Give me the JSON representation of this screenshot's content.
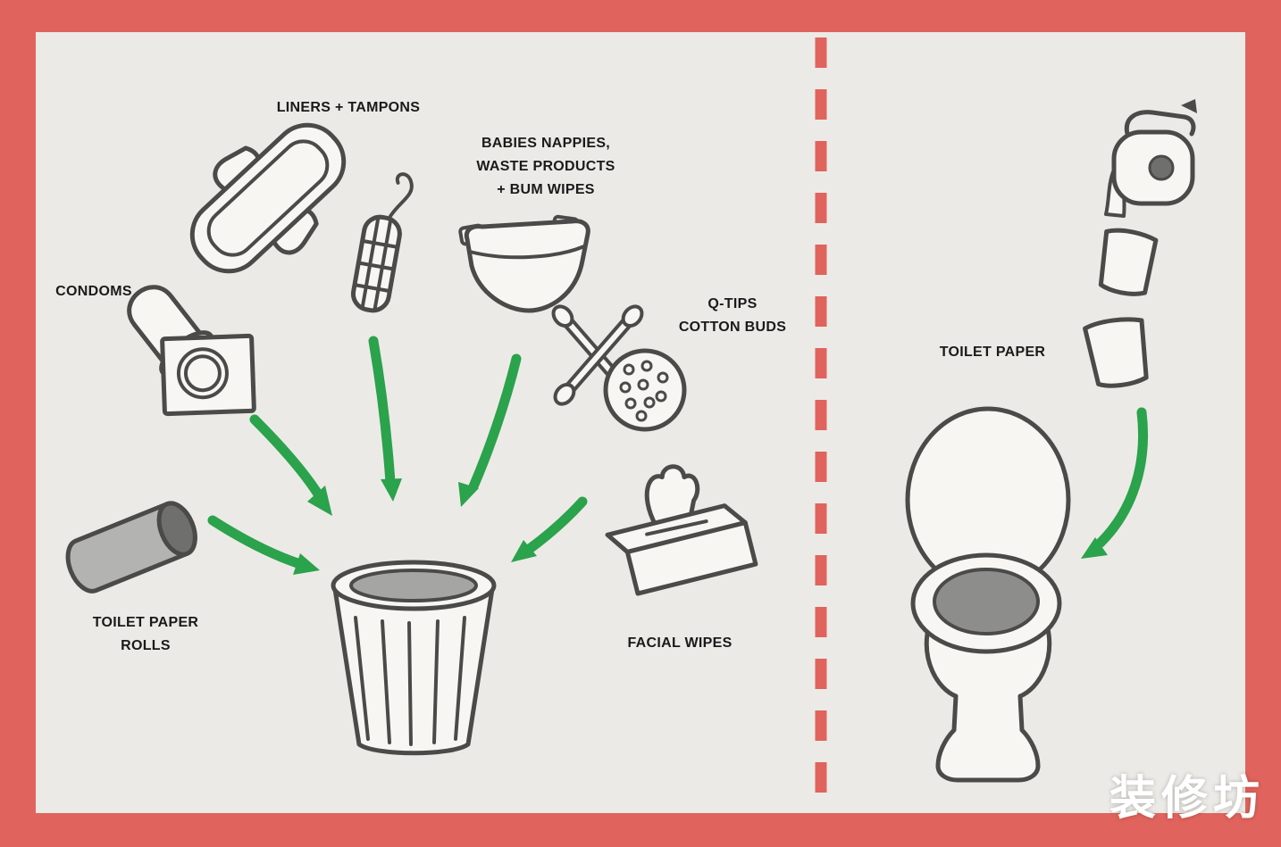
{
  "colors": {
    "border_red": "#e0635d",
    "bg": "#eceae6",
    "green": "#2ba24c",
    "ink": "#4a4a48",
    "gray_mid": "#a5a5a3",
    "gray_dark": "#6f6f6d",
    "gray_seat": "#8d8d8b",
    "paper": "#f7f6f3",
    "label_ink": "#1a1a1a",
    "watermark": "#ffffff"
  },
  "left": {
    "labels": {
      "liners_tampons": "LINERS + TAMPONS",
      "nappies_1": "BABIES NAPPIES,",
      "nappies_2": "WASTE PRODUCTS",
      "nappies_3": "+ BUM WIPES",
      "condoms": "CONDOMS",
      "qtips_1": "Q-TIPS",
      "qtips_2": "COTTON BUDS",
      "rolls_1": "TOILET PAPER",
      "rolls_2": "ROLLS",
      "facial_wipes": "FACIAL WIPES"
    },
    "icons": [
      "sanitary-pad-icon",
      "tampon-icon",
      "nappy-icon",
      "qtips-icon",
      "cotton-buds-icon",
      "condom-icon",
      "toilet-roll-tube-icon",
      "facial-wipes-box-icon",
      "trash-bin-icon",
      "green-arrow-icon"
    ]
  },
  "right": {
    "labels": {
      "toilet_paper": "TOILET PAPER"
    },
    "icons": [
      "toilet-paper-holder-icon",
      "falling-sheet-icon",
      "toilet-icon",
      "green-arrow-icon"
    ]
  },
  "watermark": "装修坊"
}
